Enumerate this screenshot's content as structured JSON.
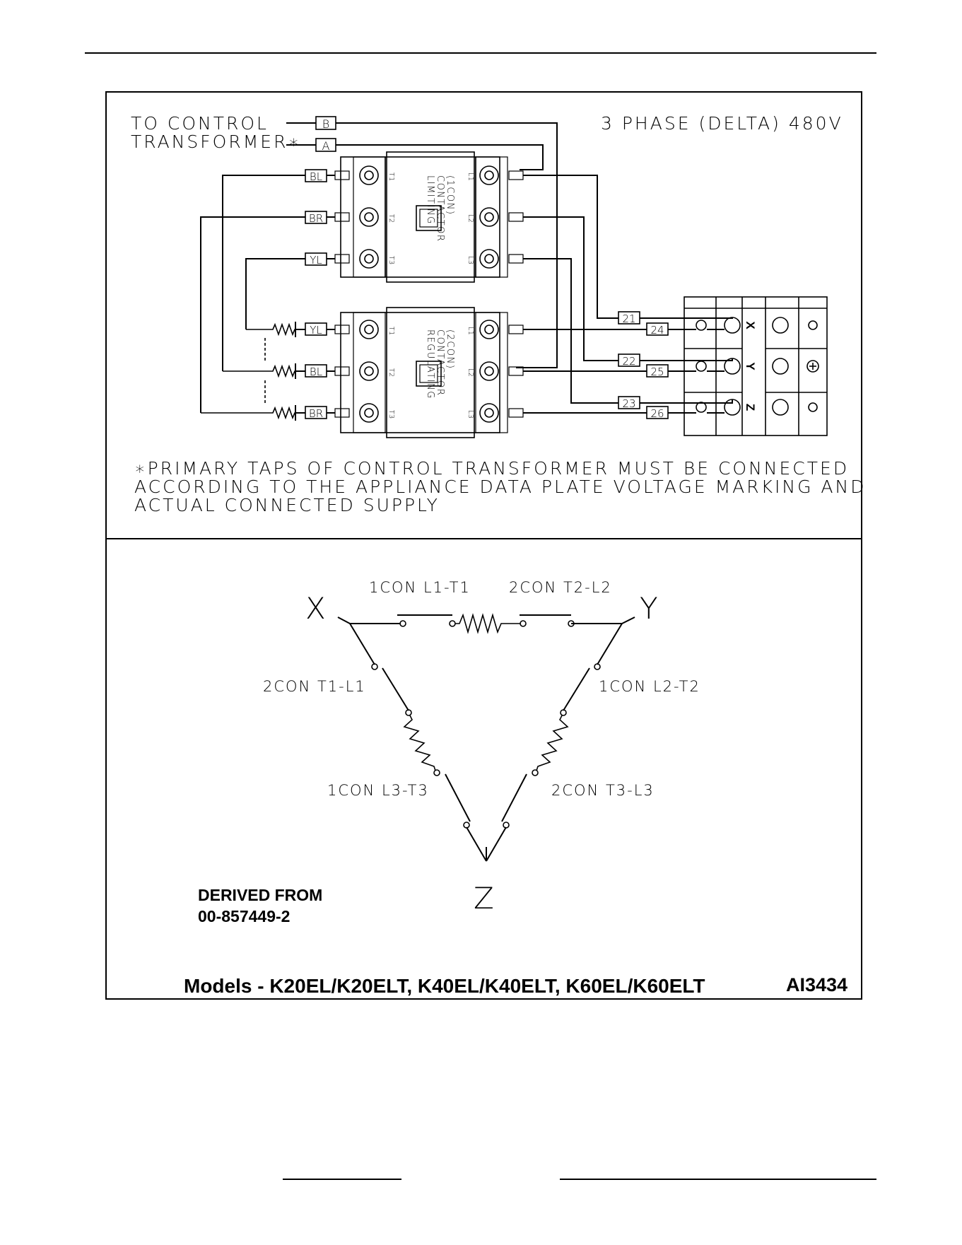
{
  "header": {
    "to_control_transformer_line1": "TO CONTROL",
    "to_control_transformer_line2": "TRANSFORMER∗",
    "supply": "3 PHASE (DELTA) 480V"
  },
  "control_leads": [
    "B",
    "A"
  ],
  "contactor_1": {
    "label_line1": "LIMITING",
    "label_line2": "CONTACTOR",
    "label_line3": "(1CON)",
    "t_terminals": [
      "T1",
      "T2",
      "T3"
    ],
    "l_terminals": [
      "L1",
      "L2",
      "L3"
    ],
    "wire_labels": [
      "BL",
      "BR",
      "YL"
    ]
  },
  "contactor_2": {
    "label_line1": "REGULATING",
    "label_line2": "CONTACTOR",
    "label_line3": "(2CON)",
    "t_terminals": [
      "T1",
      "T2",
      "T3"
    ],
    "l_terminals": [
      "L1",
      "L2",
      "L3"
    ],
    "wire_labels": [
      "YL",
      "BL",
      "BR"
    ]
  },
  "terminal_block": {
    "phases": [
      "X",
      "Y",
      "Z"
    ],
    "wires_upper": [
      "21",
      "22",
      "23"
    ],
    "wires_lower": [
      "24",
      "25",
      "26"
    ]
  },
  "note": {
    "line1": "∗PRIMARY TAPS OF CONTROL TRANSFORMER MUST BE CONNECTED",
    "line2": "ACCORDING TO THE APPLIANCE DATA PLATE VOLTAGE MARKING AND",
    "line3": "ACTUAL CONNECTED SUPPLY"
  },
  "delta": {
    "nodes": [
      "X",
      "Y",
      "Z"
    ],
    "top_left": "1CON L1-T1",
    "top_right": "2CON T2-L2",
    "left_upper": "2CON T1-L1",
    "left_lower": "1CON L3-T3",
    "right_upper": "1CON L2-T2",
    "right_lower": "2CON T3-L3"
  },
  "derived_line1": "DERIVED FROM",
  "derived_line2": "00-857449-2",
  "models": "Models - K20EL/K20ELT, K40EL/K40ELT, K60EL/K60ELT",
  "code": "AI3434"
}
